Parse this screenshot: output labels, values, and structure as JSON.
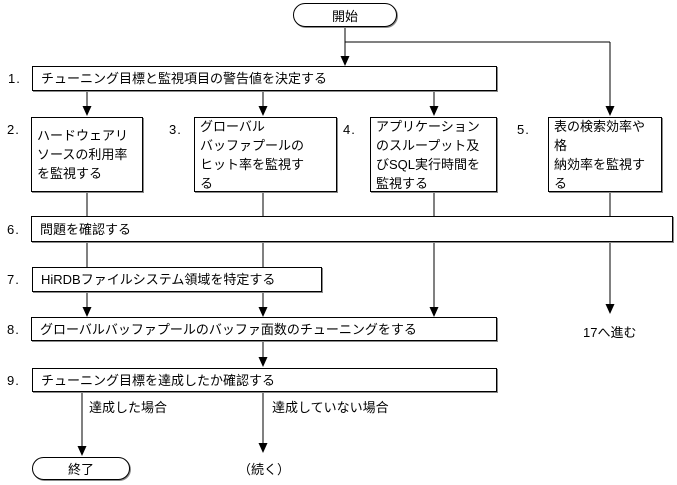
{
  "colors": {
    "line": "#000000",
    "text": "#000000",
    "box_fill": "#ffffff",
    "box_border": "#000000",
    "box_shadow": "#8a8a8a",
    "background": "#ffffff"
  },
  "flowchart": {
    "start": {
      "label": "開始"
    },
    "steps": [
      {
        "num": "1.",
        "text": "チューニング目標と監視項目の警告値を決定する"
      },
      {
        "num": "2.",
        "text": "ハードウェアリ\nソースの利用率\nを監視する"
      },
      {
        "num": "3.",
        "text": "グローバル\nバッファプールの\nヒット率を監視す\nる"
      },
      {
        "num": "4.",
        "text": "アプリケーション\nのスループット及\nびSQL実行時間を\n監視する"
      },
      {
        "num": "5.",
        "text": "表の検索効率や格\n納効率を監視する"
      },
      {
        "num": "6.",
        "text": "問題を確認する"
      },
      {
        "num": "7.",
        "text": "HiRDBファイルシステム領域を特定する"
      },
      {
        "num": "8.",
        "text": "グローバルバッファプールのバッファ面数のチューニングをする"
      },
      {
        "num": "9.",
        "text": "チューニング目標を達成したか確認する"
      }
    ],
    "goto_label": "17へ進む",
    "branch_achieved": "達成した場合",
    "branch_not_achieved": "達成していない場合",
    "end": {
      "label": "終了"
    },
    "continue_label": "（続く）"
  }
}
